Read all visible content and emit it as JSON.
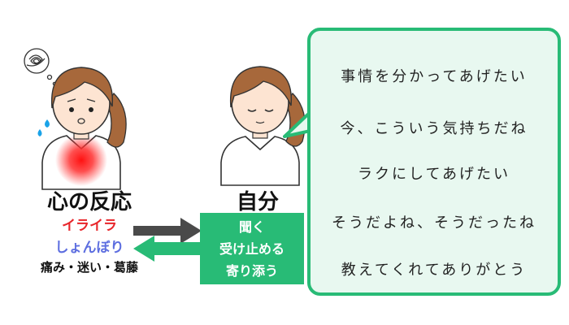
{
  "left_person": {
    "title": "心の反応",
    "reactions": [
      "イライラ",
      "しょんぼり",
      "痛み・迷い・葛藤"
    ]
  },
  "right_person": {
    "title": "自分"
  },
  "action": {
    "lines": [
      "聞く",
      "受け止める",
      "寄り添う"
    ]
  },
  "bubble": {
    "phrases": [
      "事情を分かってあげたい",
      "今、こういう気持ちだね",
      "ラクにしてあげたい",
      "そうだよね、そうだったね",
      "教えてくれてありがとう"
    ]
  },
  "colors": {
    "accent_green": "#28bb76",
    "bubble_fill": "#e8f8f0",
    "irritation_red": "#e8262b",
    "sad_blue": "#5d6ee0",
    "hair": "#a7683b",
    "arrow_gray": "#4a4a4a"
  }
}
